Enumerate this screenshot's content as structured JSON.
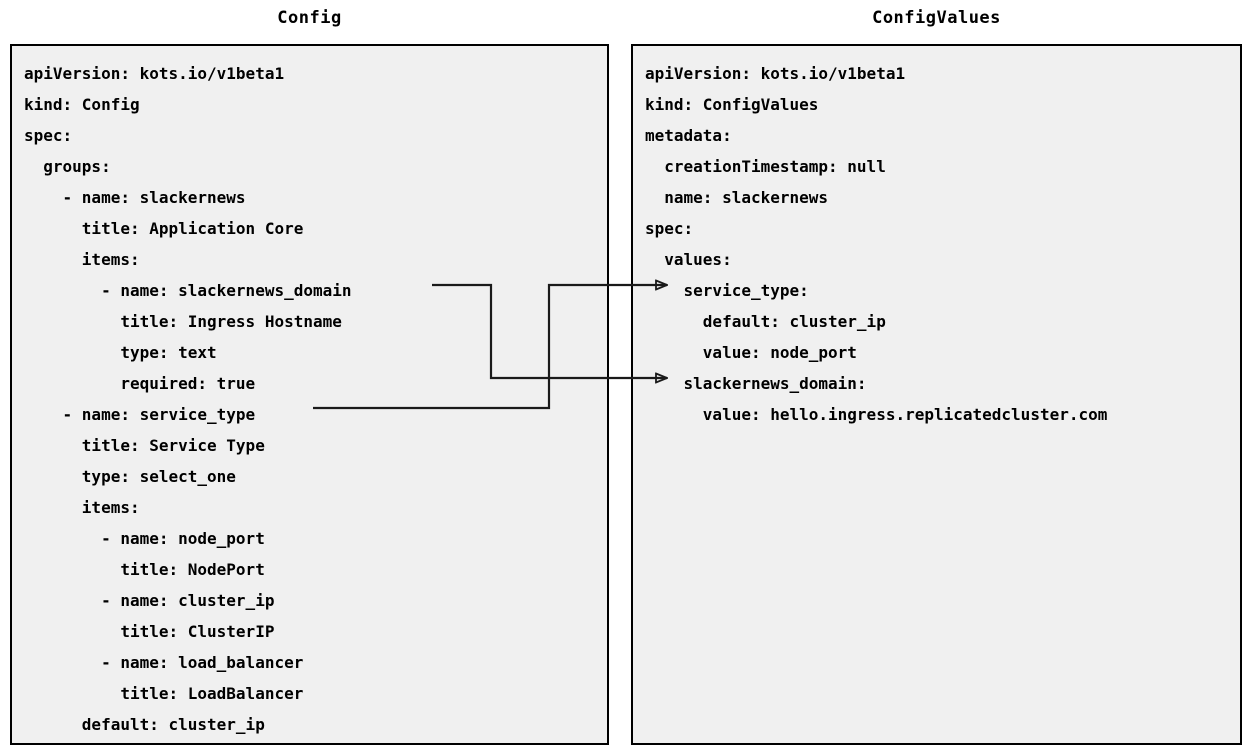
{
  "diagram": {
    "type": "yaml-mapping-diagram",
    "background_color": "#ffffff",
    "panel_background_color": "#f0f0f0",
    "panel_border_color": "#000000",
    "connector_color": "#1a1a1a"
  },
  "panels": {
    "left": {
      "title": "Config",
      "lines": [
        "apiVersion: kots.io/v1beta1",
        "kind: Config",
        "spec:",
        "  groups:",
        "    - name: slackernews",
        "      title: Application Core",
        "      items:",
        "        - name: slackernews_domain",
        "          title: Ingress Hostname",
        "          type: text",
        "          required: true",
        "    - name: service_type",
        "      title: Service Type",
        "      type: select_one",
        "      items:",
        "        - name: node_port",
        "          title: NodePort",
        "        - name: cluster_ip",
        "          title: ClusterIP",
        "        - name: load_balancer",
        "          title: LoadBalancer",
        "      default: cluster_ip"
      ]
    },
    "right": {
      "title": "ConfigValues",
      "lines": [
        "apiVersion: kots.io/v1beta1",
        "kind: ConfigValues",
        "metadata:",
        "  creationTimestamp: null",
        "  name: slackernews",
        "spec:",
        "  values:",
        "    service_type:",
        "      default: cluster_ip",
        "      value: node_port",
        "    slackernews_domain:",
        "      value: hello.ingress.replicatedcluster.com"
      ]
    }
  },
  "connectors": [
    {
      "name": "slackernews-domain-connector",
      "from_label": "slackernews_domain",
      "to_label": "slackernews_domain:",
      "arrowhead": "open-triangle"
    },
    {
      "name": "service-type-connector",
      "from_label": "service_type",
      "to_label": "service_type:",
      "arrowhead": "open-triangle"
    }
  ]
}
